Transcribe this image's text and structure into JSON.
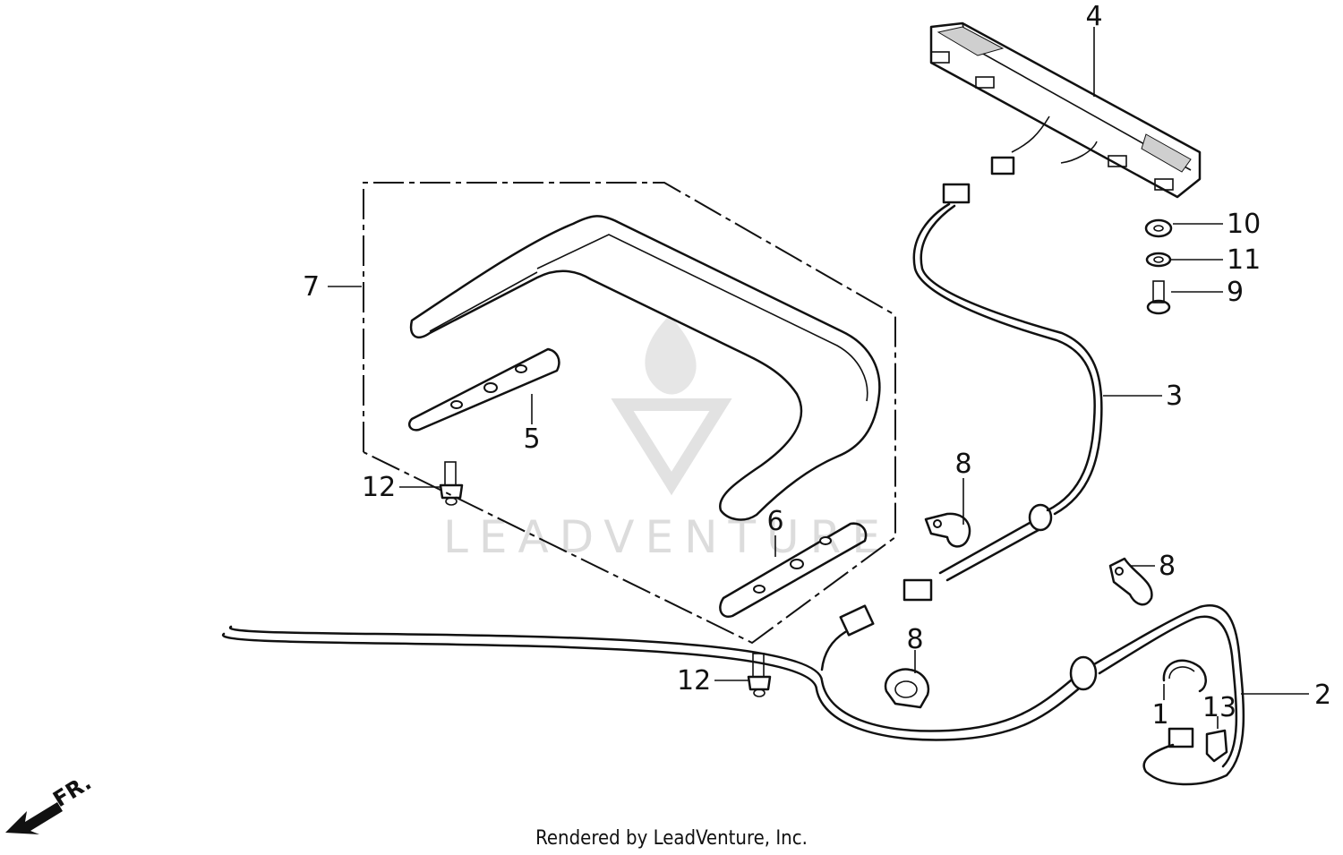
{
  "diagram": {
    "callouts": {
      "c1": "1",
      "c2": "2",
      "c3": "3",
      "c4": "4",
      "c5": "5",
      "c6": "6",
      "c7": "7",
      "c8a": "8",
      "c8b": "8",
      "c8c": "8",
      "c9": "9",
      "c10": "10",
      "c11": "11",
      "c12a": "12",
      "c12b": "12",
      "c13": "13"
    },
    "direction_label": "FR.",
    "watermark": "LEADVENTURE"
  },
  "footer": {
    "text": "Rendered by LeadVenture, Inc."
  }
}
